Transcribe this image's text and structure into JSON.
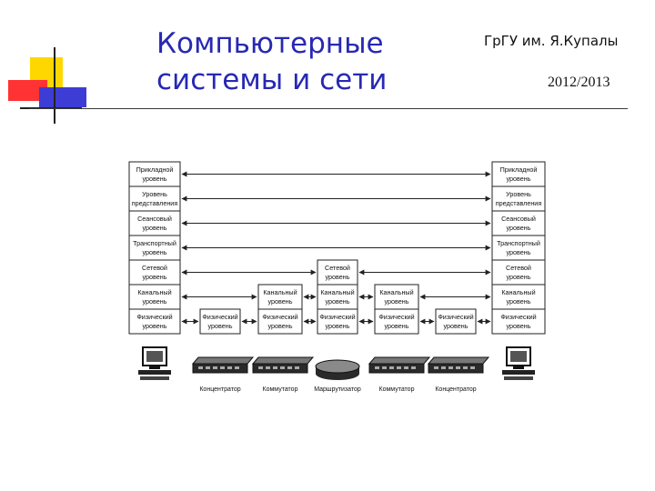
{
  "header": {
    "title_line1": "Компьютерные",
    "title_line2": "системы и сети",
    "organization": "ГрГУ им. Я.Купалы",
    "year": "2012/2013"
  },
  "colors": {
    "title": "#2828b4",
    "deco_yellow": "#ffd700",
    "deco_red": "#ff3333",
    "deco_blue": "#3d3dd6",
    "line": "#222222"
  },
  "diagram": {
    "left_stack": [
      [
        "Прикладной",
        "уровень"
      ],
      [
        "Уровень",
        "представления"
      ],
      [
        "Сеансовый",
        "уровень"
      ],
      [
        "Транспортный",
        "уровень"
      ],
      [
        "Сетевой",
        "уровень"
      ],
      [
        "Канальный",
        "уровень"
      ],
      [
        "Физический",
        "уровень"
      ]
    ],
    "right_stack": [
      [
        "Прикладной",
        "уровень"
      ],
      [
        "Уровень",
        "представления"
      ],
      [
        "Сеансовый",
        "уровень"
      ],
      [
        "Транспортный",
        "уровень"
      ],
      [
        "Сетевой",
        "уровень"
      ],
      [
        "Канальный",
        "уровень"
      ],
      [
        "Физический",
        "уровень"
      ]
    ],
    "hub_left": [
      [
        "Физический",
        "уровень"
      ]
    ],
    "switch_left": [
      [
        "Канальный",
        "уровень"
      ],
      [
        "Физический",
        "уровень"
      ]
    ],
    "router": [
      [
        "Сетевой",
        "уровень"
      ],
      [
        "Канальный",
        "уровень"
      ],
      [
        "Физический",
        "уровень"
      ]
    ],
    "switch_right": [
      [
        "Канальный",
        "уровень"
      ],
      [
        "Физический",
        "уровень"
      ]
    ],
    "hub_right": [
      [
        "Физический",
        "уровень"
      ]
    ],
    "device_labels": {
      "hub_left": "Концентратор",
      "switch_left": "Коммутатор",
      "router": "Маршрутизатор",
      "switch_right": "Коммутатор",
      "hub_right": "Концентратор"
    }
  }
}
